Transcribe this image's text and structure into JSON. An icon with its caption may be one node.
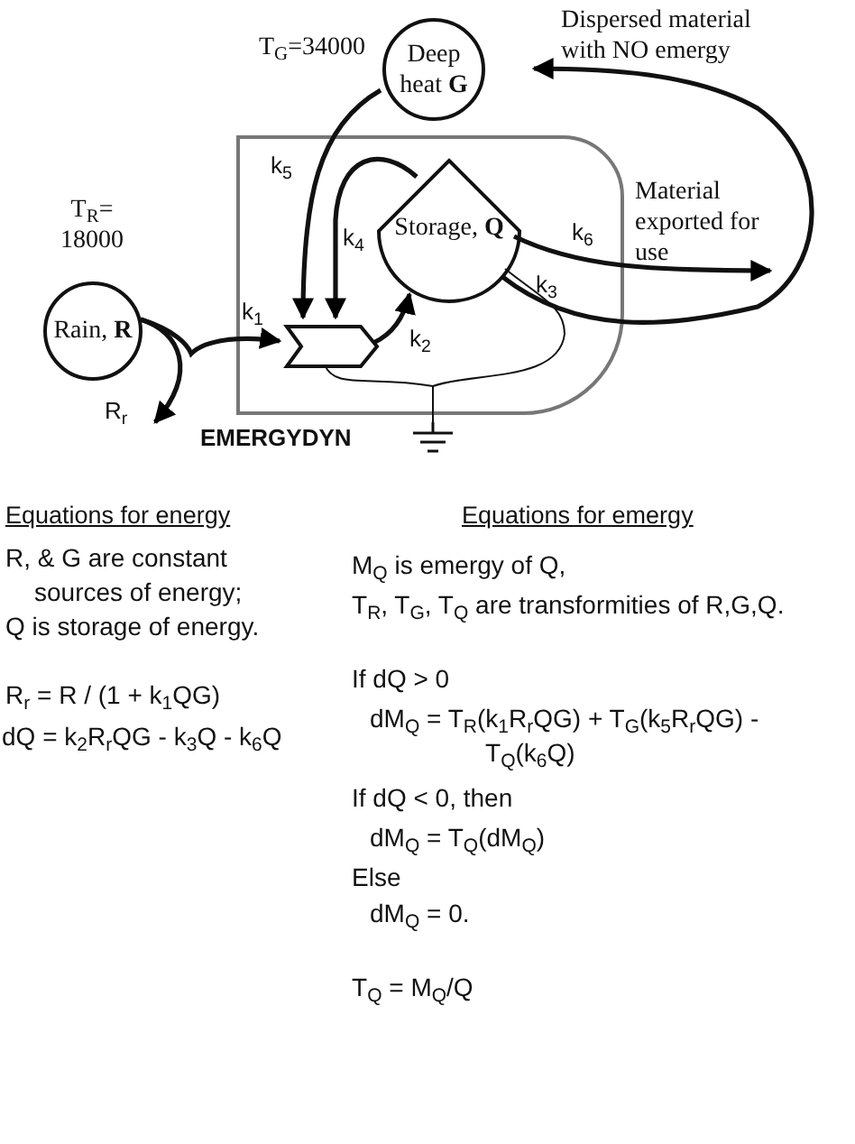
{
  "diagram": {
    "nodes": [
      {
        "text": [
          "Rain, **R**"
        ],
        "beside": [
          "T$_{R}$= 18000"
        ]
      },
      {
        "text": [
          "Deep heat **G**"
        ],
        "beside": [
          "T$_{G}$=34000"
        ]
      },
      {
        "text": [
          "EMERGYDYN"
        ]
      },
      {
        "text": [],
        "shape": "chevron",
        "in": 2
      },
      {
        "text": [
          "Storage, **Q**"
        ],
        "in": 2
      },
      {
        "text": [],
        "shape": "ground"
      },
      {
        "text": [
          "Material exported for use"
        ]
      },
      {
        "text": [
          "Dispersed material with NO emergy"
        ]
      }
    ],
    "edges": [
      {
        "from": 0,
        "to": 3,
        "arrow": "to",
        "label": "k$_{1}$"
      },
      {
        "from": 0,
        "to": null,
        "arrow": "to",
        "label": "R$_{r}$"
      },
      {
        "from": 1,
        "to": 3,
        "arrow": "to",
        "label": "k$_{5}$"
      },
      {
        "from": 4,
        "to": 3,
        "arrow": "to",
        "label": "k$_{4}$"
      },
      {
        "from": 3,
        "to": 4,
        "arrow": "to",
        "label": "k$_{2}$"
      },
      {
        "from": 4,
        "to": 6,
        "arrow": "to",
        "label": "k$_{6}$"
      },
      {
        "from": 4,
        "to": 7,
        "arrow": "to",
        "label": "k$_{3}$"
      },
      {
        "from": 3,
        "to": 5,
        "arrow": "none"
      },
      {
        "from": 4,
        "to": 5,
        "arrow": "none"
      }
    ],
    "labels": [
      "Equations for energy",
      "R, & G are constant sources of energy;",
      "Q is storage of energy.",
      "R$_{r}$ = R / (1 + k$_{1}$QG)",
      "dQ = k$_{2}$R$_{r}$QG - k$_{3}$Q - k$_{6}$Q",
      "Equations for emergy",
      "M$_{Q}$ is emergy of Q,",
      "T$_{R}$, T$_{G}$, T$_{Q}$ are transformities of R,G,Q.",
      "If dQ > 0",
      "dM$_{Q}$ = T$_{R}$(k$_{1}$R$_{r}$QG) + T$_{G}$(k$_{5}$R$_{r}$QG) - T$_{Q}$(k$_{6}$Q)",
      "If dQ < 0, then",
      "dM$_{Q}$ = T$_{Q}$(dM$_{Q}$)",
      "Else",
      "dM$_{Q}$ = 0.",
      "T$_{Q}$ = M$_{Q}$/Q"
    ]
  }
}
